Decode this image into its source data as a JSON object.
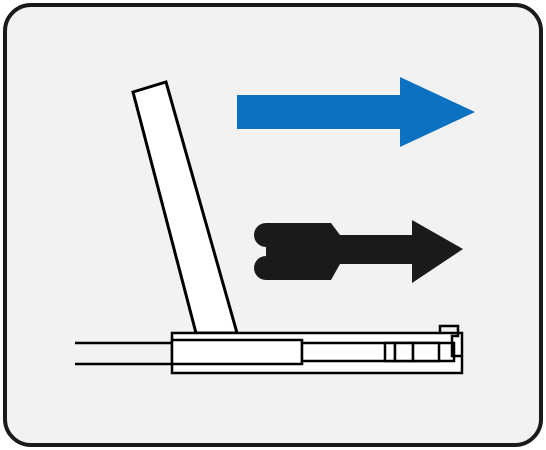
{
  "colors": {
    "frame_fill": "#f2f2f2",
    "frame_stroke": "#1a1a1a",
    "outline": "#000000",
    "part_fill": "#ffffff",
    "blue_arrow": "#0a72c1",
    "black_arrow": "#1a1a1a"
  },
  "icons": {
    "frame": "rounded-frame",
    "lever": "tilted-lever",
    "blue_arrow": "right-arrow",
    "black_arrow": "key-right-arrow",
    "latch_rail": "latch-assembly"
  }
}
